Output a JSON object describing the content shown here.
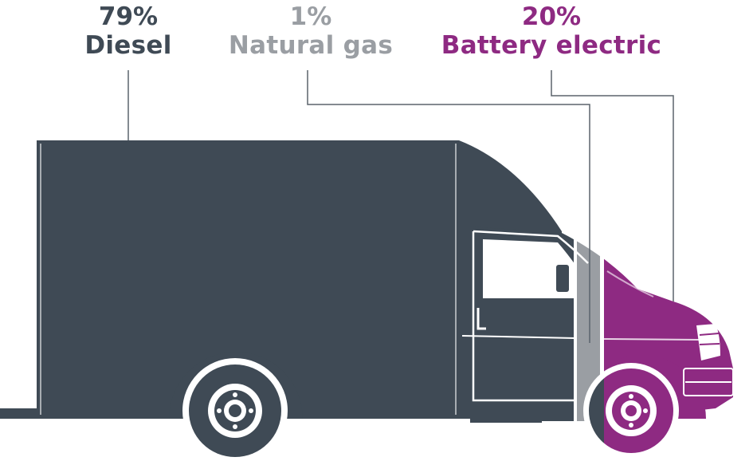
{
  "chart_data": {
    "type": "pie",
    "segments": [
      {
        "percent_label": "79%",
        "name": "Diesel",
        "value": 79
      },
      {
        "percent_label": "1%",
        "name": "Natural gas",
        "value": 1
      },
      {
        "percent_label": "20%",
        "name": "Battery electric",
        "value": 20
      }
    ]
  },
  "colors": {
    "diesel": "#3f4a55",
    "natural_gas": "#9a9ea3",
    "battery_electric": "#8e2a82",
    "leader_line": "#5b646c"
  }
}
